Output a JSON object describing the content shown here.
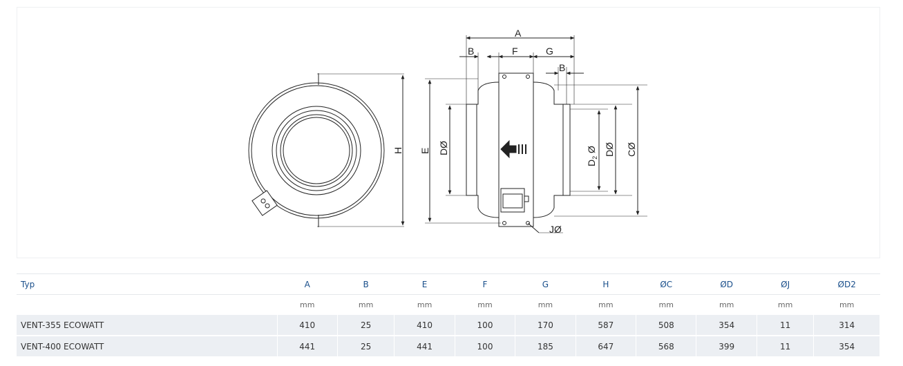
{
  "drawing": {
    "labels": {
      "A": "A",
      "B_left": "B",
      "F": "F",
      "G": "G",
      "B_right": "B",
      "H": "H",
      "E": "E",
      "D_front": "DØ",
      "D2": "D",
      "D2_sub": "2",
      "D2_suffix": " Ø",
      "D_side": "DØ",
      "C": "CØ",
      "J": "JØ"
    }
  },
  "table": {
    "headers": [
      "Typ",
      "A",
      "B",
      "E",
      "F",
      "G",
      "H",
      "ØC",
      "ØD",
      "ØJ",
      "ØD2"
    ],
    "units": [
      "",
      "mm",
      "mm",
      "mm",
      "mm",
      "mm",
      "mm",
      "mm",
      "mm",
      "mm",
      "mm"
    ],
    "rows": [
      [
        "VENT-355 ECOWATT",
        "410",
        "25",
        "410",
        "100",
        "170",
        "587",
        "508",
        "354",
        "11",
        "314"
      ],
      [
        "VENT-400 ECOWATT",
        "441",
        "25",
        "441",
        "100",
        "185",
        "647",
        "568",
        "399",
        "11",
        "354"
      ]
    ]
  },
  "colors": {
    "header_text": "#1a4f8b",
    "row_bg": "#eceff3",
    "line": "#222222"
  }
}
